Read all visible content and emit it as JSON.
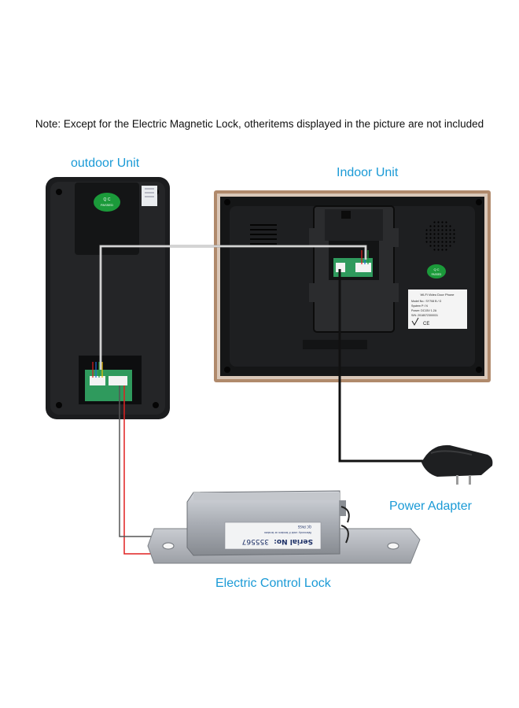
{
  "note": "Note: Except for the Electric Magnetic Lock, otheritems displayed in the picture are not included",
  "labels": {
    "outdoor_unit": "outdoor Unit",
    "indoor_unit": "Indoor Unit",
    "power_adapter": "Power Adapter",
    "electric_lock": "Electric Control Lock"
  },
  "qc_stickers": {
    "outdoor": [
      "Q C",
      "PASSED"
    ],
    "indoor": [
      "Q C",
      "PASSED"
    ]
  },
  "indoor_sticker": {
    "title": "Wi-Fi Video Door Phone",
    "lines": [
      "Model No.: SY708 B / G",
      "System P / N",
      "Power: DC15V 1.2A",
      "S/N: 2018072300031"
    ],
    "marks": "CE"
  },
  "lock_plate": {
    "serial_label": "Serial No:",
    "serial_number": "355567",
    "sub_text": "Warranty void if broken or broken",
    "pass_text": "QC PASS"
  },
  "colors": {
    "label_blue": "#1a9ad6",
    "wire_red": "#e02020",
    "wire_black": "#111111",
    "wire_gray": "#b8b8b8",
    "bezel_gold": "#b08a6c"
  }
}
